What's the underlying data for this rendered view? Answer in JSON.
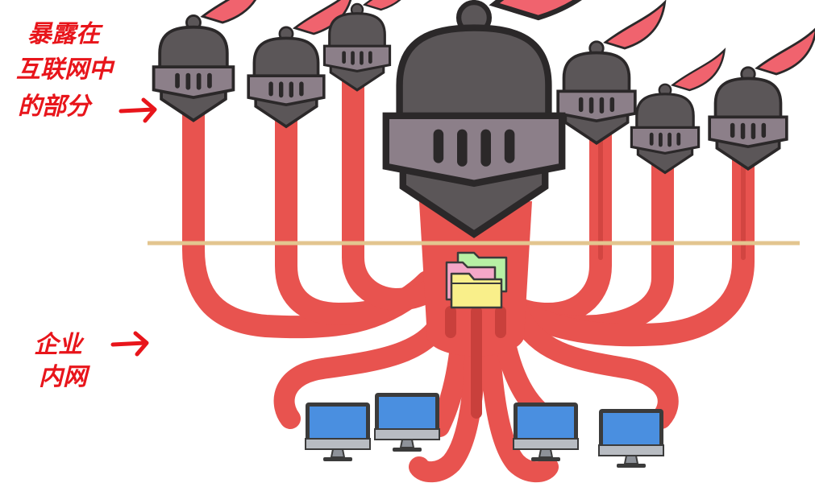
{
  "annotations": {
    "exposed_part": [
      "暴露在",
      "互联网中",
      "的部分"
    ],
    "intranet": [
      "企业",
      "内网"
    ]
  },
  "colors": {
    "tentacle": "#e8534f",
    "tentacle_shadow": "#c9403c",
    "helmet": "#5b5658",
    "helmet_dark": "#2b2829",
    "visor": "#8c7f89",
    "plume": "#f0636e",
    "boundary_line": "#e3c58f",
    "annotation": "#e8151b",
    "screen": "#4a8fe0",
    "monitor_body": "#b8bcc2",
    "folder_yellow": "#f9ef8a",
    "folder_pink": "#f4a7c8",
    "folder_green": "#b7f0a4"
  },
  "icons": {
    "helmet": "knight-helmet-icon",
    "monitor": "computer-monitor-icon",
    "folder": "folder-icon",
    "arrow": "arrow-right-icon"
  }
}
